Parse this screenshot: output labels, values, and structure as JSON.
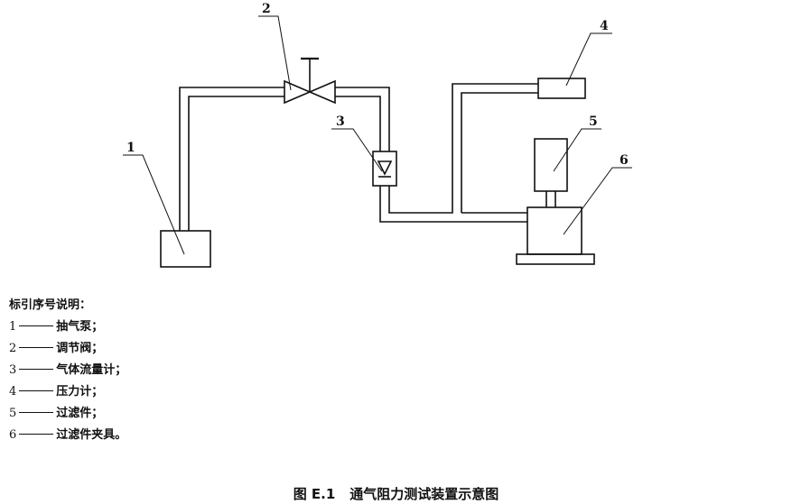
{
  "diagram": {
    "callouts": [
      {
        "id": "1",
        "label": "1"
      },
      {
        "id": "2",
        "label": "2"
      },
      {
        "id": "3",
        "label": "3"
      },
      {
        "id": "4",
        "label": "4"
      },
      {
        "id": "5",
        "label": "5"
      },
      {
        "id": "6",
        "label": "6"
      }
    ]
  },
  "legend": {
    "heading": "标引序号说明：",
    "items": [
      {
        "num": "1",
        "text": "抽气泵；"
      },
      {
        "num": "2",
        "text": "调节阀；"
      },
      {
        "num": "3",
        "text": "气体流量计；"
      },
      {
        "num": "4",
        "text": "压力计；"
      },
      {
        "num": "5",
        "text": "过滤件；"
      },
      {
        "num": "6",
        "text": "过滤件夹具。"
      }
    ]
  },
  "caption": {
    "figure_id": "图 E.1",
    "title": "通气阻力测试装置示意图"
  }
}
